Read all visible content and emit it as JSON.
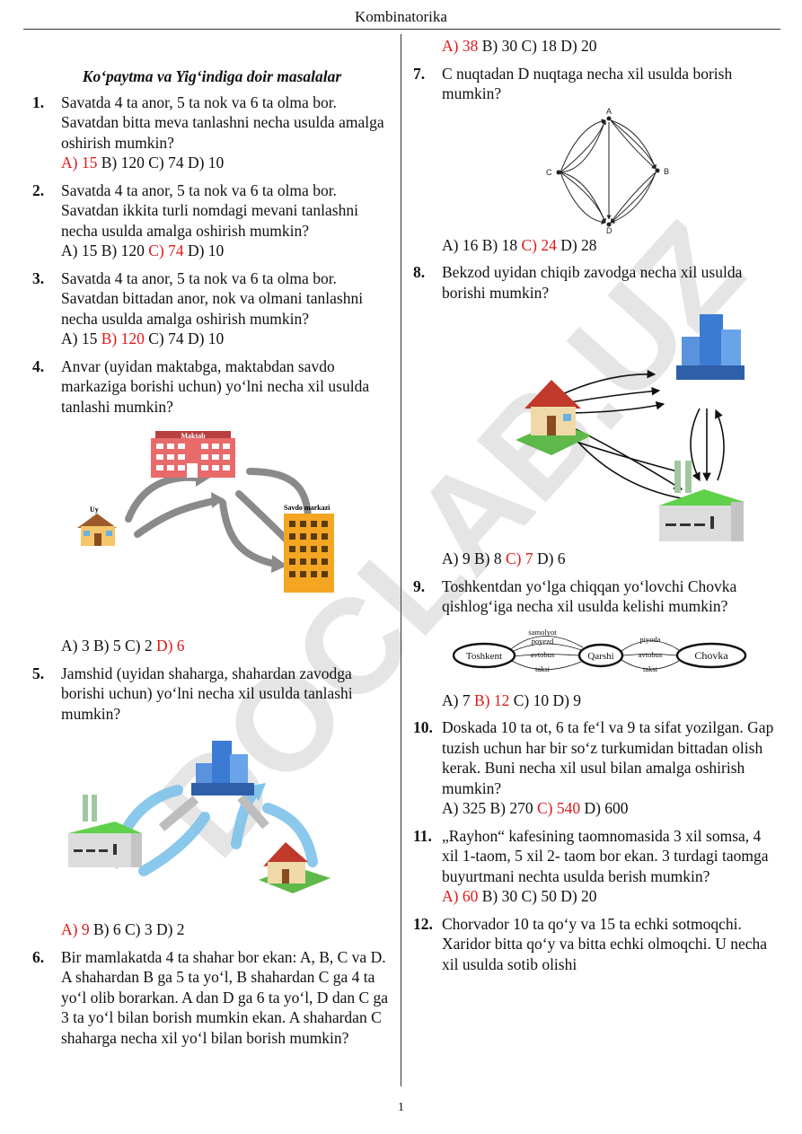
{
  "header": "Kombinatorika",
  "page_number": "1",
  "watermark": "DOCLAB.UZ",
  "title": "Ko‘paytma va Yig‘indiga doir masalalar",
  "questions": [
    {
      "num": "1.",
      "text": "Savatda 4 ta anor, 5 ta nok va 6 ta olma bor. Savatdan bitta meva tanlashni necha usulda amalga oshirish mumkin?",
      "opts": [
        "A) 15",
        "B) 120",
        "C) 74",
        "D) 10"
      ],
      "correct": 0
    },
    {
      "num": "2.",
      "text": "Savatda 4 ta anor, 5 ta nok va 6 ta olma bor. Savatdan ikkita turli nomdagi mevani tanlashni necha usulda amalga oshirish mumkin?",
      "opts": [
        "A) 15",
        "B) 120",
        "C) 74",
        "D) 10"
      ],
      "correct": 2
    },
    {
      "num": "3.",
      "text": "Savatda 4 ta anor, 5 ta nok va 6 ta olma bor. Savatdan bittadan anor, nok va olmani tanlashni necha usulda amalga oshirish mumkin?",
      "opts": [
        "A) 15",
        "B) 120",
        "C) 74",
        "D) 10"
      ],
      "correct": 1
    },
    {
      "num": "4.",
      "text": "Anvar (uyidan maktabga, maktabdan savdo markaziga borishi uchun) yo‘lni necha xil usulda tanlashi mumkin?",
      "opts": [
        "A) 3",
        "B) 5",
        "C) 2",
        "D) 6"
      ],
      "correct": 3
    },
    {
      "num": "5.",
      "text": "Jamshid (uyidan shaharga, shahardan zavodga borishi uchun) yo‘lni necha xil usulda tanlashi mumkin?",
      "opts": [
        "A) 9",
        "B) 6",
        "C) 3",
        "D) 2"
      ],
      "correct": 0
    },
    {
      "num": "6.",
      "text": "Bir mamlakatda 4 ta shahar bor ekan: A, B, C va D. A shahardan B ga 5 ta yo‘l, B shahardan C ga 4 ta yo‘l olib borarkan. A dan D ga 6 ta yo‘l, D dan C ga 3 ta yo‘l bilan borish mumkin ekan. A shahardan C shaharga necha xil yo‘l bilan borish mumkin?",
      "opts": [
        "A) 38",
        "B) 30",
        "C) 18",
        "D) 20"
      ],
      "correct": 0
    },
    {
      "num": "7.",
      "text": "C nuqtadan D nuqtaga necha xil usulda borish mumkin?",
      "opts": [
        "A) 16",
        "B) 18",
        "C) 24",
        "D) 28"
      ],
      "correct": 2
    },
    {
      "num": "8.",
      "text": "Bekzod uyidan chiqib zavodga necha xil usulda borishi mumkin?",
      "opts": [
        "A) 9",
        "B) 8",
        "C) 7",
        "D) 6"
      ],
      "correct": 2
    },
    {
      "num": "9.",
      "text": "Toshkentdan yo‘lga chiqqan yo‘lovchi Chovka qishlog‘iga necha xil usulda kelishi mumkin?",
      "opts": [
        "A) 7",
        "B) 12",
        "C) 10",
        "D) 9"
      ],
      "correct": 1
    },
    {
      "num": "10.",
      "text": "Doskada 10 ta ot, 6 ta fe‘l va 9 ta sifat yozilgan. Gap tuzish uchun har bir so‘z turkumidan bittadan olish kerak. Buni necha xil usul bilan amalga oshirish mumkin?",
      "opts": [
        "A) 325",
        "B) 270",
        "C) 540",
        "D) 600"
      ],
      "correct": 2
    },
    {
      "num": "11.",
      "text": "„Rayhon“ kafesining taomnomasida 3 xil somsa, 4 xil 1-taom, 5 xil 2- taom bor ekan. 3 turdagi taomga buyurtmani nechta usulda berish mumkin?",
      "opts": [
        "A) 60",
        "B) 30",
        "C) 50",
        "D) 20"
      ],
      "correct": 0
    },
    {
      "num": "12.",
      "text": "Chorvador 10 ta qo‘y va 15 ta echki sotmoqchi. Xaridor bitta qo‘y va bitta echki olmoqchi. U necha xil usulda sotib olishi",
      "opts": [],
      "correct": -1
    }
  ],
  "figures": {
    "q4": {
      "school": "Maktab",
      "home": "Uy",
      "mall": "Savdo markazi"
    },
    "q7": {
      "a": "A",
      "b": "B",
      "c": "C",
      "d": "D"
    },
    "q9": {
      "toshkent": "Toshkent",
      "qarshi": "Qarshi",
      "chovka": "Chovka",
      "routes1": [
        "samolyot",
        "poyezd",
        "avtobus",
        "taksi"
      ],
      "routes2": [
        "piyoda",
        "avtobus",
        "taksi"
      ]
    }
  },
  "colors": {
    "correct": "#e01919",
    "roof_green": "#5fd14a",
    "school_red": "#e86a6a",
    "mall_orange": "#f4a623",
    "city_blue": "#3b7bd4",
    "arrow_blue": "#7ec3ea",
    "arrow_grey": "#8a8a8a"
  }
}
